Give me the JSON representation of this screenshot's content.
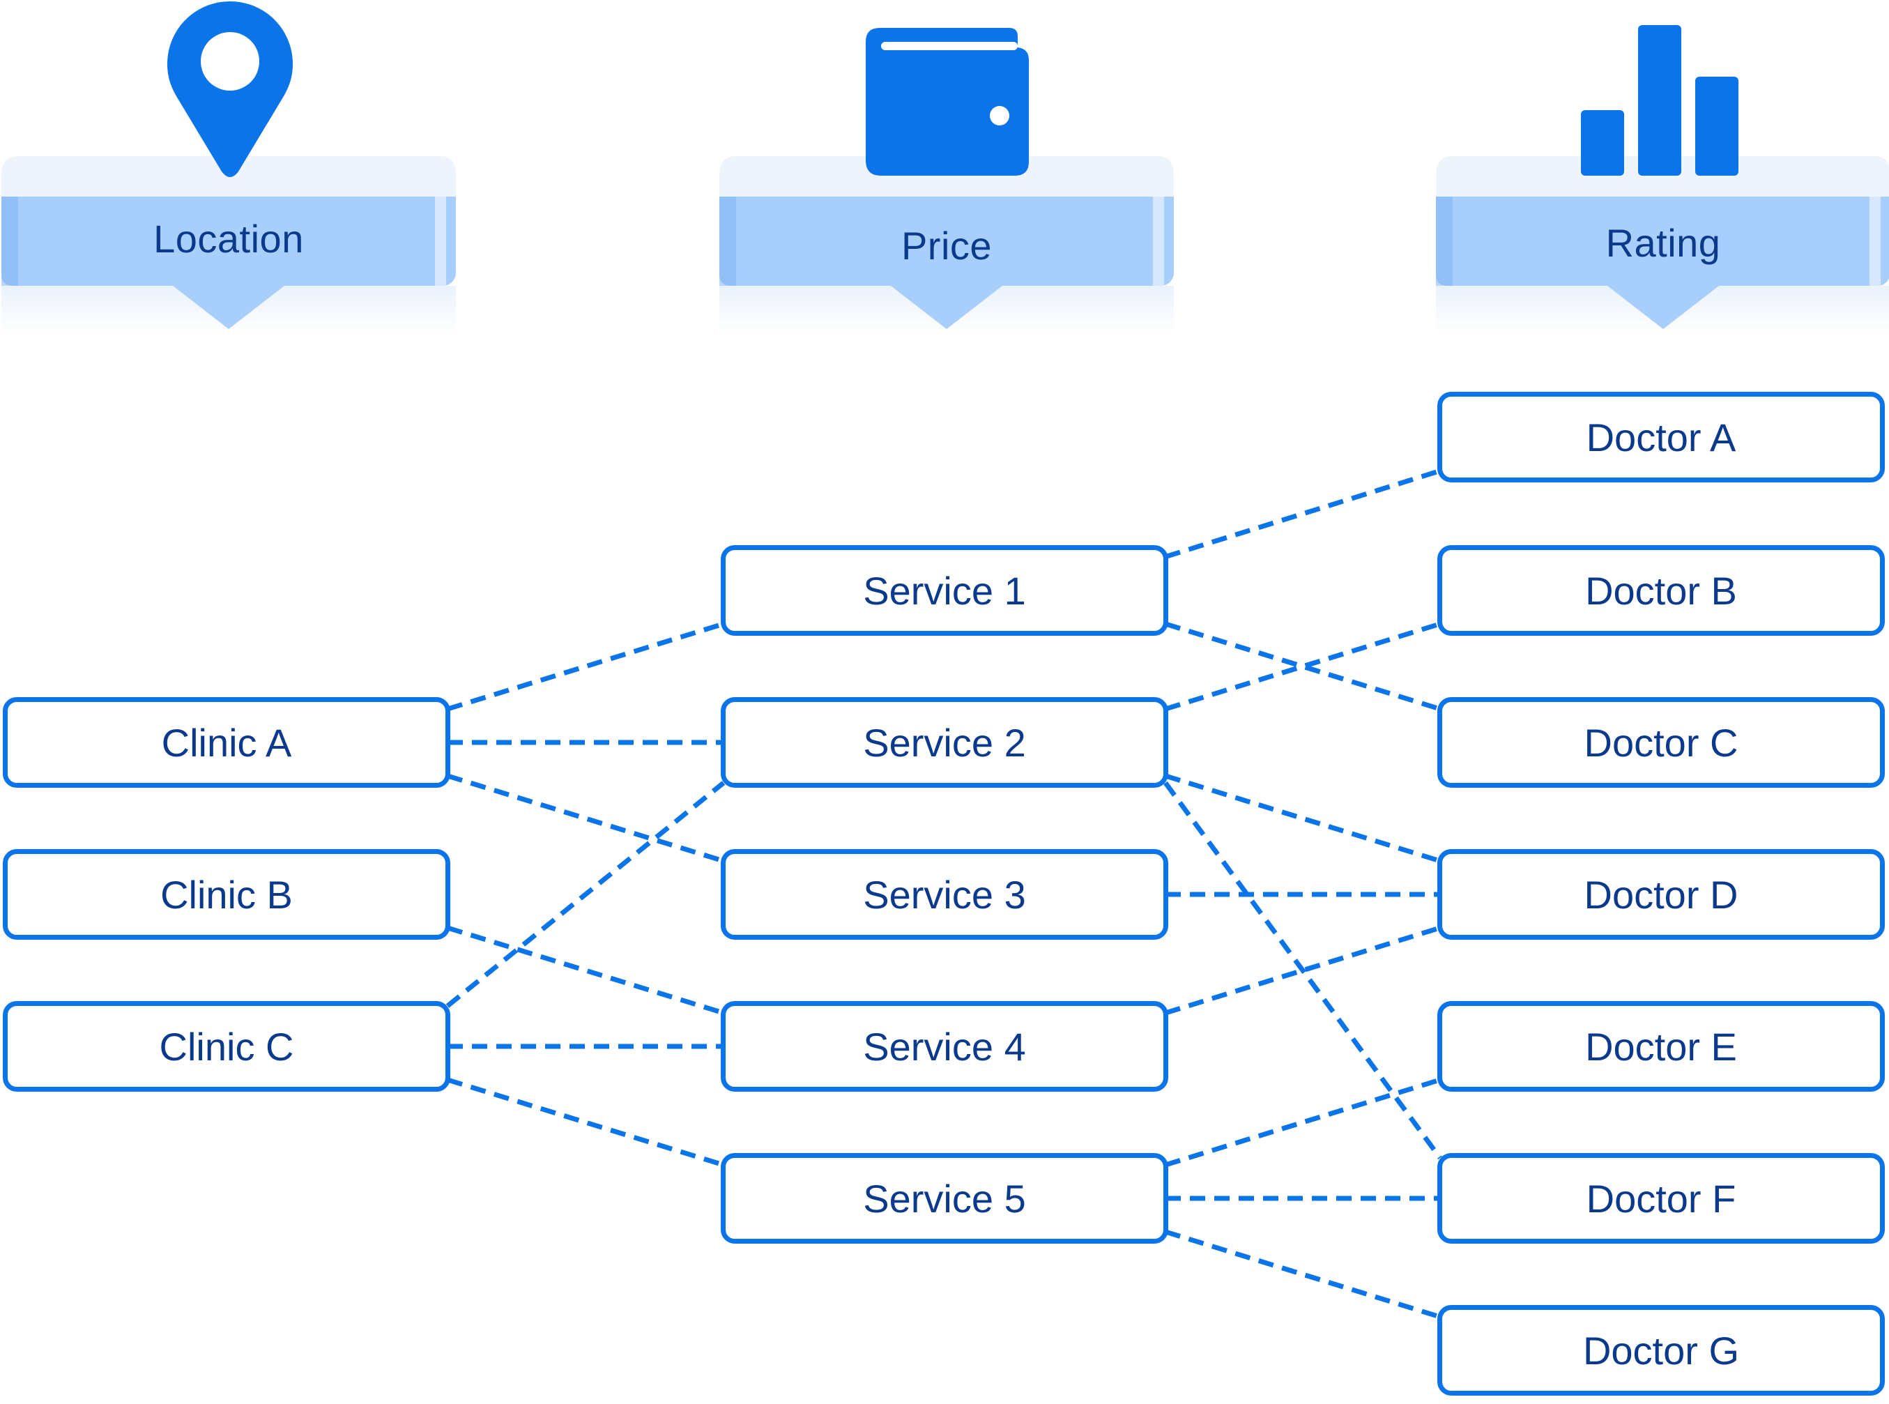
{
  "headers": {
    "location": {
      "label": "Location",
      "icon": "map-pin-icon"
    },
    "price": {
      "label": "Price",
      "icon": "wallet-icon"
    },
    "rating": {
      "label": "Rating",
      "icon": "bar-chart-icon"
    }
  },
  "clinics": [
    "Clinic A",
    "Clinic B",
    "Clinic C"
  ],
  "services": [
    "Service 1",
    "Service 2",
    "Service 3",
    "Service 4",
    "Service 5"
  ],
  "doctors": [
    "Doctor A",
    "Doctor B",
    "Doctor C",
    "Doctor D",
    "Doctor E",
    "Doctor F",
    "Doctor G"
  ],
  "links": [
    {
      "from": "Clinic A",
      "to": "Service 1"
    },
    {
      "from": "Clinic A",
      "to": "Service 2"
    },
    {
      "from": "Clinic A",
      "to": "Service 3"
    },
    {
      "from": "Clinic B",
      "to": "Service 4"
    },
    {
      "from": "Clinic C",
      "to": "Service 2"
    },
    {
      "from": "Clinic C",
      "to": "Service 4"
    },
    {
      "from": "Clinic C",
      "to": "Service 5"
    },
    {
      "from": "Service 1",
      "to": "Doctor A"
    },
    {
      "from": "Service 1",
      "to": "Doctor C"
    },
    {
      "from": "Service 2",
      "to": "Doctor B"
    },
    {
      "from": "Service 2",
      "to": "Doctor D"
    },
    {
      "from": "Service 2",
      "to": "Doctor F"
    },
    {
      "from": "Service 3",
      "to": "Doctor D"
    },
    {
      "from": "Service 4",
      "to": "Doctor D"
    },
    {
      "from": "Service 5",
      "to": "Doctor E"
    },
    {
      "from": "Service 5",
      "to": "Doctor F"
    },
    {
      "from": "Service 5",
      "to": "Doctor G"
    }
  ],
  "colors": {
    "accent": "#0a74e8",
    "text": "#0b3a8c",
    "banner": "#a8cffb",
    "banner_dark": "#7fb5f3",
    "banner_top": "#e9f2fc"
  }
}
